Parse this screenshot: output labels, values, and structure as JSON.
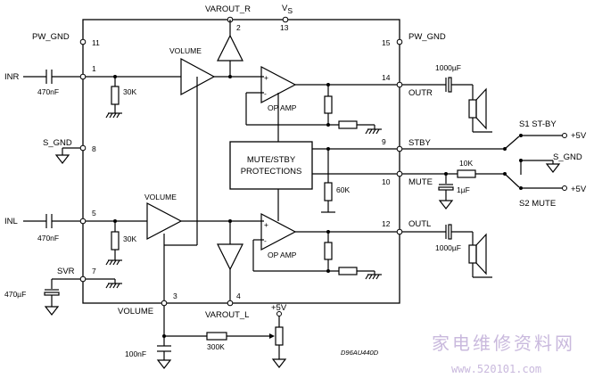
{
  "diagram": {
    "top": {
      "varout_r": "VAROUT_R",
      "vs": "V",
      "vs_sub": "S",
      "pin2": "2",
      "pin13": "13"
    },
    "left": {
      "pw_gnd": "PW_GND",
      "pin11": "11",
      "inr": "INR",
      "pin1": "1",
      "cap_r": "470nF",
      "s_gnd": "S_GND",
      "pin8": "8",
      "inl": "INL",
      "pin5": "5",
      "cap_l": "470nF",
      "svr": "SVR",
      "pin7": "7",
      "cap_svr": "470µF"
    },
    "internal": {
      "volume_top": "VOLUME",
      "res30k_top": "30K",
      "volume_bot": "VOLUME",
      "res30k_bot": "30K",
      "opamp_top": "OP AMP",
      "opamp_bot": "OP AMP",
      "mute_line1": "MUTE/STBY",
      "mute_line2": "PROTECTIONS",
      "res60k": "60K",
      "plus": "+",
      "minus": "-"
    },
    "right": {
      "pw_gnd": "PW_GND",
      "pin15": "15",
      "outr": "OUTR",
      "pin14": "14",
      "cap_outr": "1000µF",
      "stby": "STBY",
      "pin9": "9",
      "mute": "MUTE",
      "pin10": "10",
      "outl": "OUTL",
      "pin12": "12",
      "cap_outl": "1000µF"
    },
    "switches": {
      "s1": "S1 ST-BY",
      "s2": "S2 MUTE",
      "plus5v_a": "+5V",
      "plus5v_b": "+5V",
      "s_gnd": "S_GND",
      "res10k": "10K",
      "cap_1u": "1µF"
    },
    "bottom": {
      "volume": "VOLUME",
      "pin3": "3",
      "varout_l": "VAROUT_L",
      "pin4": "4",
      "plus5v": "+5V",
      "cap_100n": "100nF",
      "res300k": "300K",
      "code": "D96AU440D"
    },
    "watermark": {
      "line1": "家电维修资料网",
      "line2": "www.520101.com"
    }
  }
}
